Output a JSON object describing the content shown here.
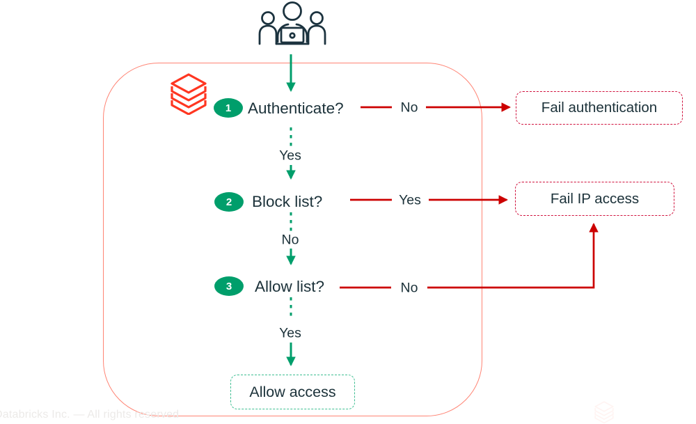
{
  "meta": {
    "copyright": "Databricks Inc. — All rights reserved"
  },
  "colors": {
    "step_green": "#009E6B",
    "allow_border_green": "#3DBE91",
    "arrow_red": "#CC0000",
    "fail_border_red": "#D0103C",
    "container_border_coral": "#FF8373",
    "brand_coral": "#FF3621",
    "text_navy": "#1B3139"
  },
  "icons": {
    "entry": "users-group-laptop-icon",
    "brand": "databricks-logo",
    "watermark": "databricks-logo-watermark"
  },
  "flow": {
    "steps": [
      {
        "number": "1",
        "question": "Authenticate?",
        "branch_label": "No",
        "continue_label": "Yes"
      },
      {
        "number": "2",
        "question": "Block list?",
        "branch_label": "Yes",
        "continue_label": "No"
      },
      {
        "number": "3",
        "question": "Allow list?",
        "branch_label": "No",
        "continue_label": "Yes"
      }
    ],
    "outcomes": {
      "fail_auth": "Fail authentication",
      "fail_ip": "Fail IP access",
      "allow": "Allow access"
    }
  }
}
